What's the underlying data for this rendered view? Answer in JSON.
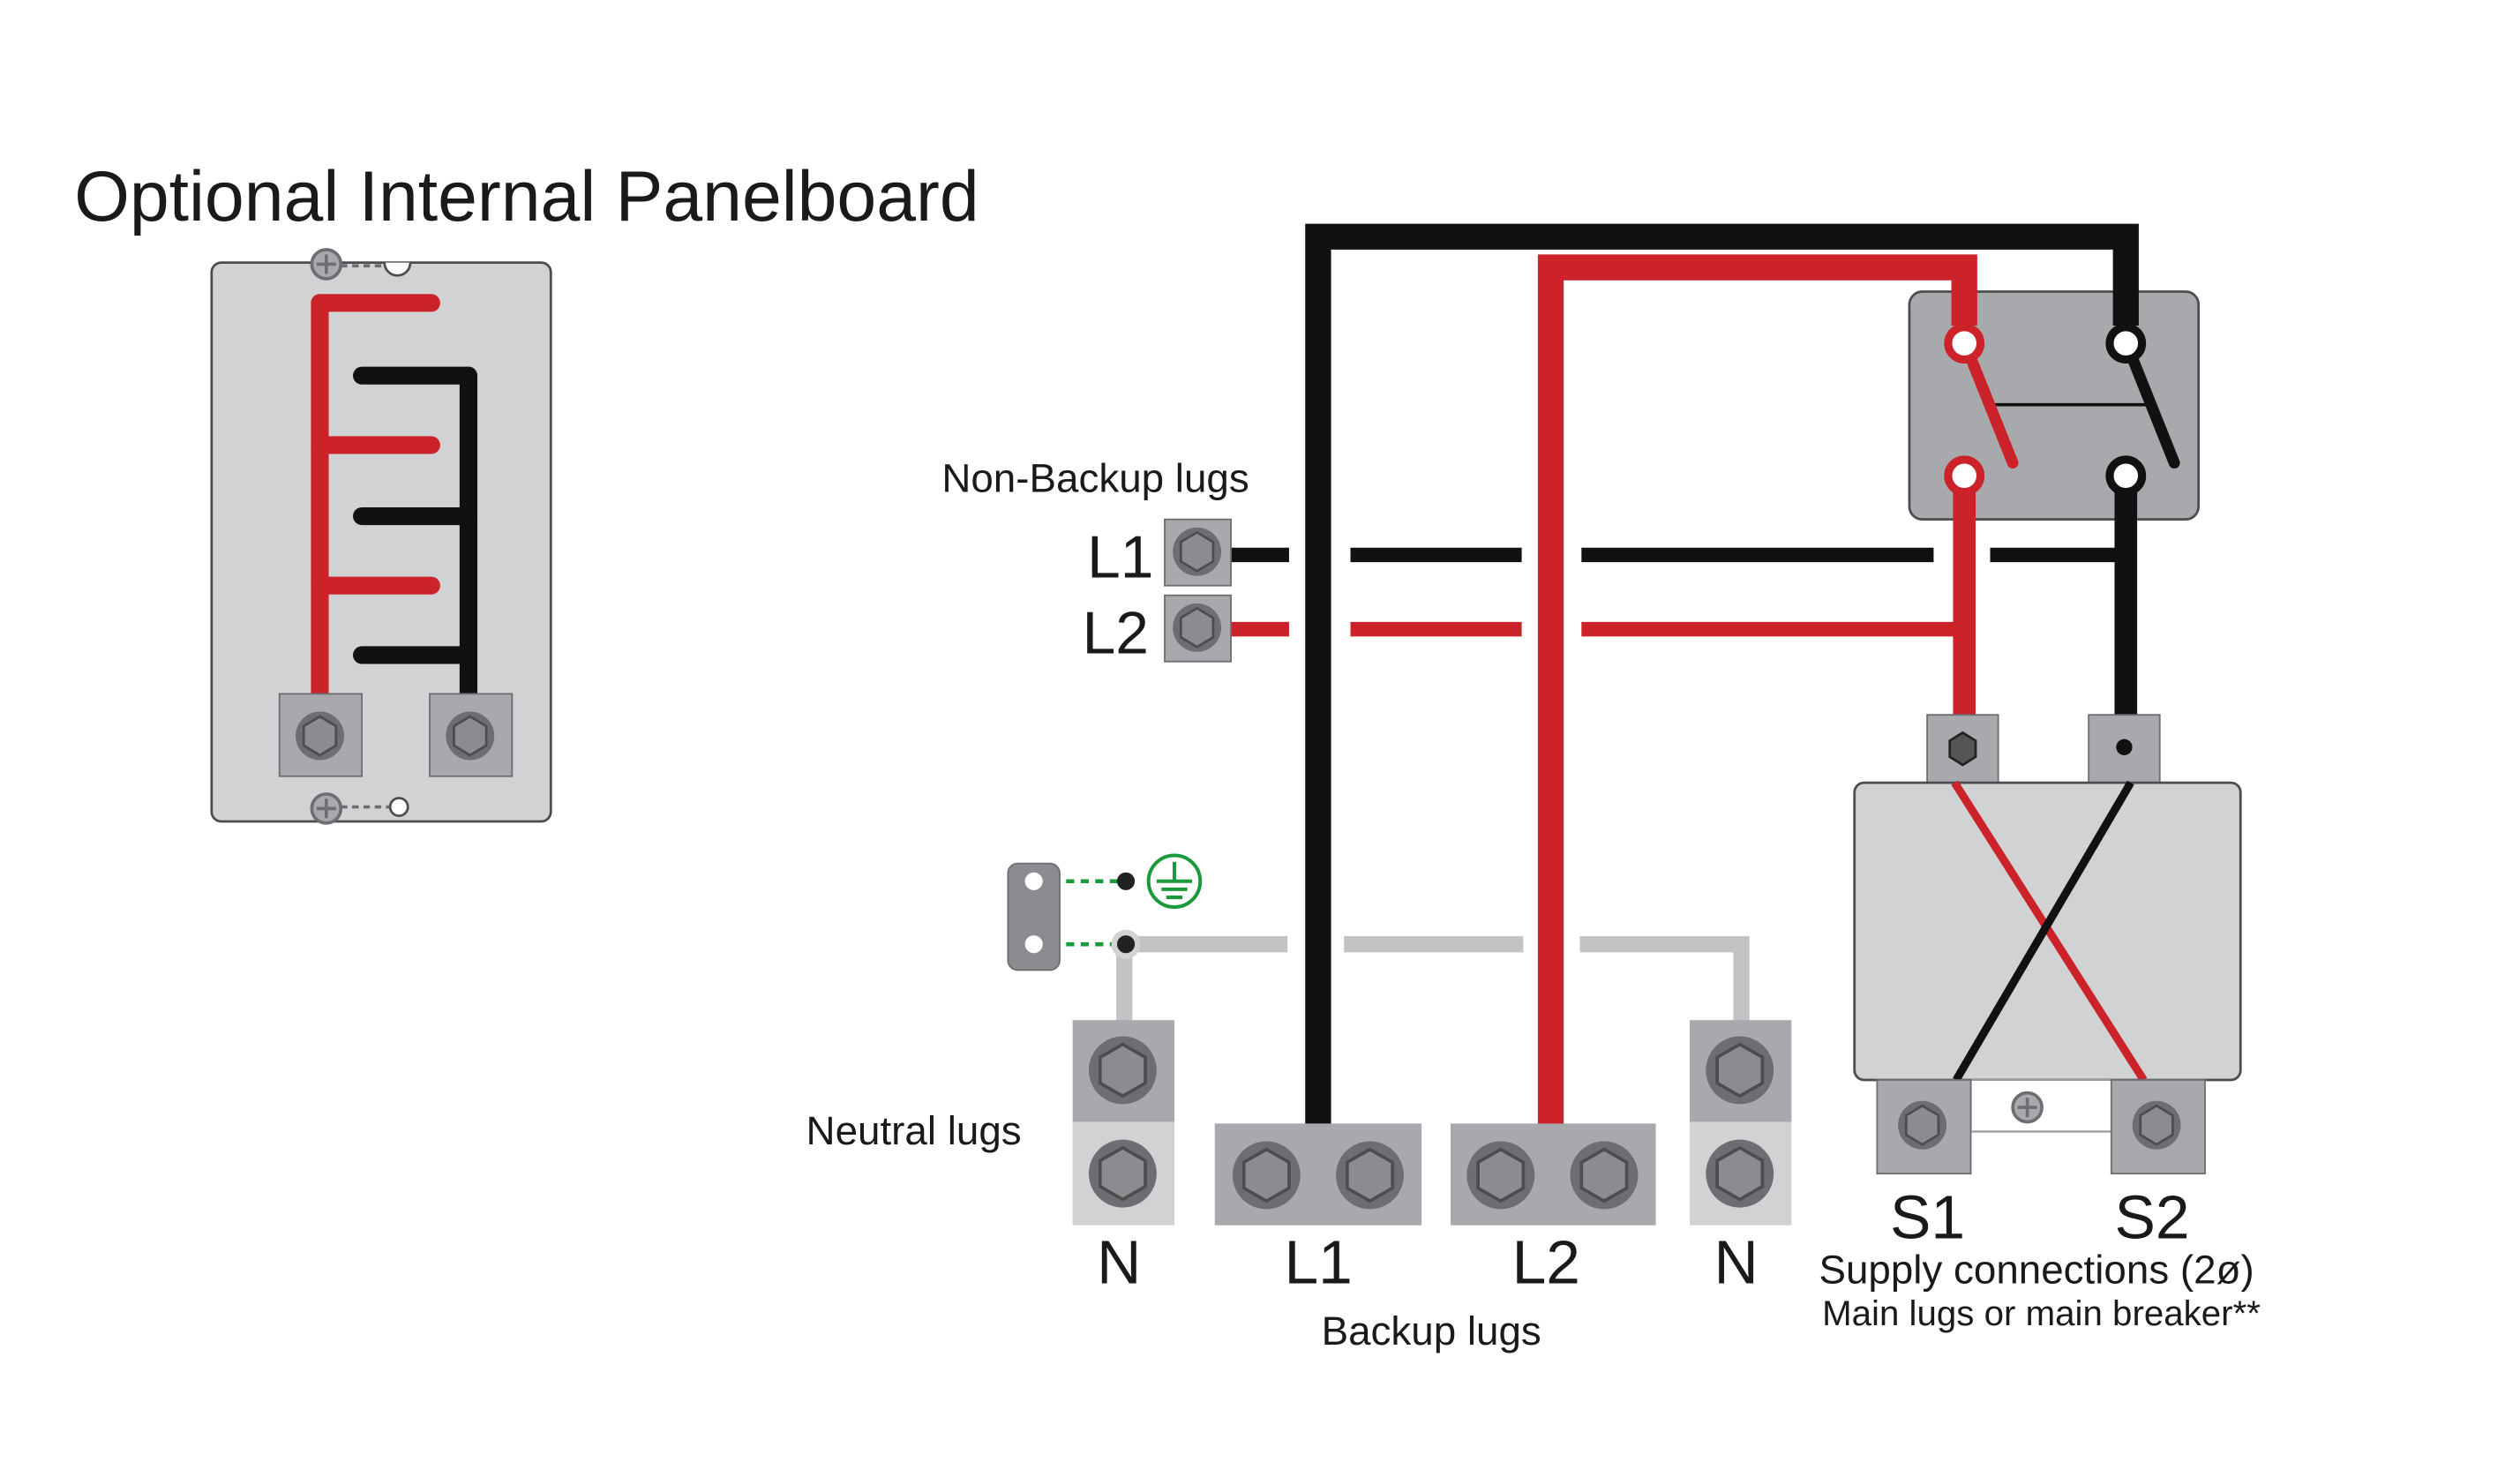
{
  "panelboard": {
    "title": "Optional Internal Panelboard"
  },
  "non_backup": {
    "title": "Non-Backup lugs",
    "l1": "L1",
    "l2": "L2"
  },
  "neutral": {
    "title": "Neutral lugs",
    "left": "N",
    "right": "N"
  },
  "backup": {
    "title": "Backup lugs",
    "l1": "L1",
    "l2": "L2"
  },
  "supply": {
    "s1": "S1",
    "s2": "S2",
    "title": "Supply connections (2ø)",
    "subtitle": "Main lugs or main breaker**"
  },
  "colors": {
    "line1": "#111111",
    "line2": "#cc2229",
    "neutral": "#c2c3c5",
    "ground": "#1a9a3a",
    "lug": "#a7a9ac",
    "panel": "#d1d2d4"
  },
  "icons": [
    "ground-symbol-icon",
    "screw-icon",
    "hex-bolt-icon"
  ]
}
